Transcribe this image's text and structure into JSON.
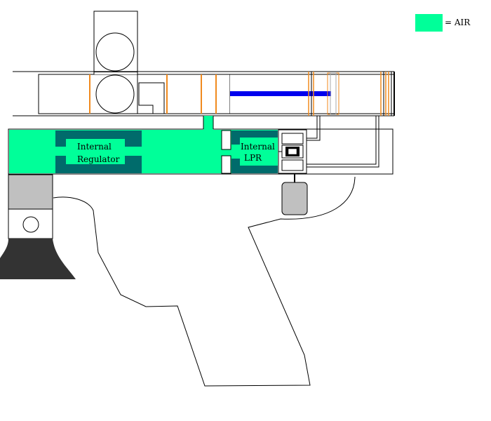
{
  "legend": {
    "air_color": "#00ff99",
    "text": "= AIR"
  },
  "labels": {
    "regulator_line1": "Internal",
    "regulator_line2": "Regulator",
    "lpr_line1": "Internal",
    "lpr_line2": "LPR"
  },
  "colors": {
    "air": "#00ff99",
    "regulator_body": "#006b6b",
    "oring": "#f08a1e",
    "bolt": "#0000ee",
    "grey_part": "#c0c0c0",
    "dark_part": "#333333",
    "outline": "#000000"
  }
}
